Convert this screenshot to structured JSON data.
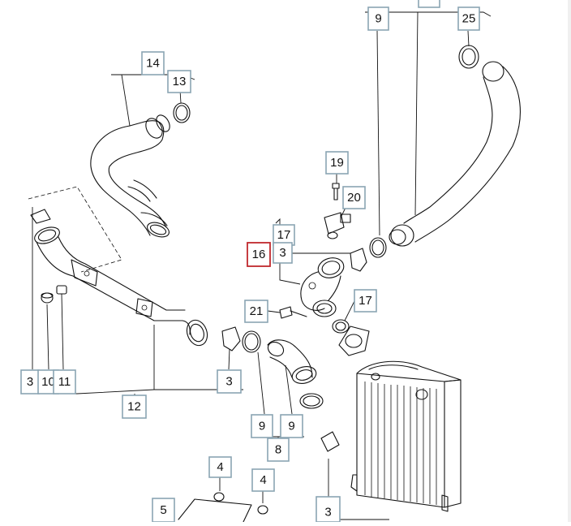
{
  "diagram": {
    "callouts": [
      {
        "id": "c9a",
        "label": "9"
      },
      {
        "id": "c25",
        "label": "25"
      },
      {
        "id": "c14",
        "label": "14"
      },
      {
        "id": "c13",
        "label": "13"
      },
      {
        "id": "c19",
        "label": "19"
      },
      {
        "id": "c20",
        "label": "20"
      },
      {
        "id": "c17a",
        "label": "17"
      },
      {
        "id": "c16",
        "label": "16",
        "highlighted": true
      },
      {
        "id": "c3a",
        "label": "3"
      },
      {
        "id": "c21",
        "label": "21"
      },
      {
        "id": "c17b",
        "label": "17"
      },
      {
        "id": "c3b",
        "label": "3"
      },
      {
        "id": "c10",
        "label": "10"
      },
      {
        "id": "c11",
        "label": "11"
      },
      {
        "id": "c3c",
        "label": "3"
      },
      {
        "id": "c12",
        "label": "12"
      },
      {
        "id": "c9b",
        "label": "9"
      },
      {
        "id": "c9c",
        "label": "9"
      },
      {
        "id": "c8",
        "label": "8"
      },
      {
        "id": "c4a",
        "label": "4"
      },
      {
        "id": "c4b",
        "label": "4"
      },
      {
        "id": "c5",
        "label": "5"
      },
      {
        "id": "c3d",
        "label": "3"
      }
    ],
    "colors": {
      "callout_border": "#8aa5b3",
      "highlight_border": "#c0282d",
      "line": "#111111"
    }
  }
}
